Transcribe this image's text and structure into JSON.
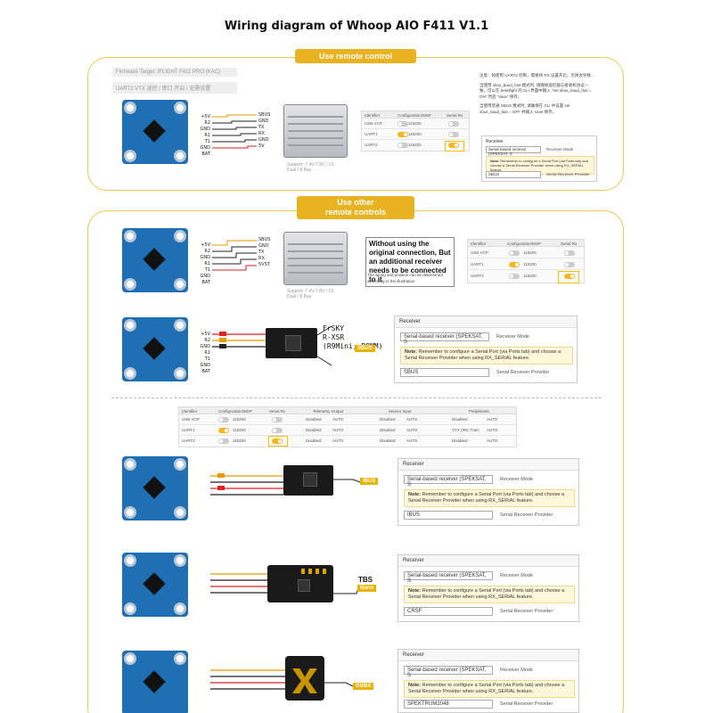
{
  "title": "Wiring diagram of Whoop AIO F411 V1.1",
  "section1": {
    "header": "Use remote control",
    "ghost_line1": "Firmware Target: IFLIGHT F411 PRO (KAC)",
    "ghost_line2": "UART2 VTX 遥控 / 串口 开启 / 无需设置",
    "pins_fc": [
      "+5V",
      "R2",
      "GND",
      "R1",
      "T1",
      "GND",
      "BAT"
    ],
    "pins_rx": [
      "SBUS",
      "GND",
      "TX",
      "RX",
      "GND",
      "5V"
    ],
    "rx_caption": "Support: 7.4V-7.8V / 1S Dual / 8 Bay",
    "chinese_note": "注意：如使用 UART2 控制，需要将 RX 设置开启，否则会导致...",
    "chinese_body": "当使用 sbus_baud_fast 模式时, 请确保遥控器与接收机协议一致。可以在 betaflight 的 CLI 界面中输入 \"set sbus_baud_fast = ON\" 然后 \"save\" 保存。",
    "chinese_body2": "当使用普通 SBUS 模式时, 请确保在 CLI 中设置 set sbus_baud_fast = OFF 并输入 save 保存。"
  },
  "section2": {
    "header_line1": "Use other",
    "header_line2": "remote controls",
    "pins_fc": [
      "+5V",
      "R2",
      "GND",
      "R1",
      "T1",
      "GND",
      "BAT"
    ],
    "pins_rx": [
      "SBUS",
      "GND",
      "TX",
      "RX",
      "5VST"
    ],
    "rx_caption": "Support: 7.4V-7.8V / 1S Dual / 8 Bay",
    "note": "Without using the original connection, But an additional receiver needs to be connected to it",
    "note_small": "The wiring and position can be determined according to the illustration",
    "frsky_pins_fc": [
      "+5V",
      "R2",
      "GND",
      "R1",
      "T1",
      "GND",
      "BAT"
    ],
    "frsky_name": "FrSKY\nR-XSR\n(R9Mini, R9MM)",
    "frsky_label": "SBUS",
    "ibus_label": "IBUS",
    "tbs_label_1": "TBS",
    "tbs_label_2": "Nano",
    "dsmx_label": "DSMX"
  },
  "ports_table": {
    "headers": [
      "Identifier",
      "Configuration/MSP",
      "Serial Rx",
      "Telemetry Output",
      "Sensor Input",
      "Peripherals"
    ],
    "rows": [
      {
        "id": "USB VCP",
        "baud": "115200",
        "serial_rx": false,
        "telem": "Disabled",
        "telem_b": "AUTO",
        "sensor": "Disabled",
        "sensor_b": "AUTO",
        "peri": "Disabled",
        "peri_b": "AUTO"
      },
      {
        "id": "UART1",
        "baud": "115200",
        "serial_rx": false,
        "telem": "Disabled",
        "telem_b": "AUTO",
        "sensor": "Disabled",
        "sensor_b": "AUTO",
        "peri": "VTX (IRC Tram",
        "peri_b": "AUTO"
      },
      {
        "id": "UART2",
        "baud": "115200",
        "serial_rx": true,
        "telem": "Disabled",
        "telem_b": "AUTO",
        "sensor": "Disabled",
        "sensor_b": "AUTO",
        "peri": "Disabled",
        "peri_b": "AUTO"
      }
    ]
  },
  "receiver_panel": {
    "heading": "Receiver",
    "mode_value": "Serial-based receiver (SPEKSAT, S",
    "mode_label": "Receiver Mode",
    "note_bold": "Note:",
    "note_text": "Remember to configure a Serial Port (via Ports tab) and choose a Serial Receiver Provider when using RX_SERIAL feature.",
    "provider_label": "Serial Receiver Provider",
    "providers": [
      "SBUS",
      "SBUS",
      "IBUS",
      "CRSF",
      "SPEKTRUM2048"
    ]
  },
  "colors": {
    "accent": "#e8b220",
    "section_border": "#f0c94a",
    "fc_blue": "#1f6fb5"
  }
}
